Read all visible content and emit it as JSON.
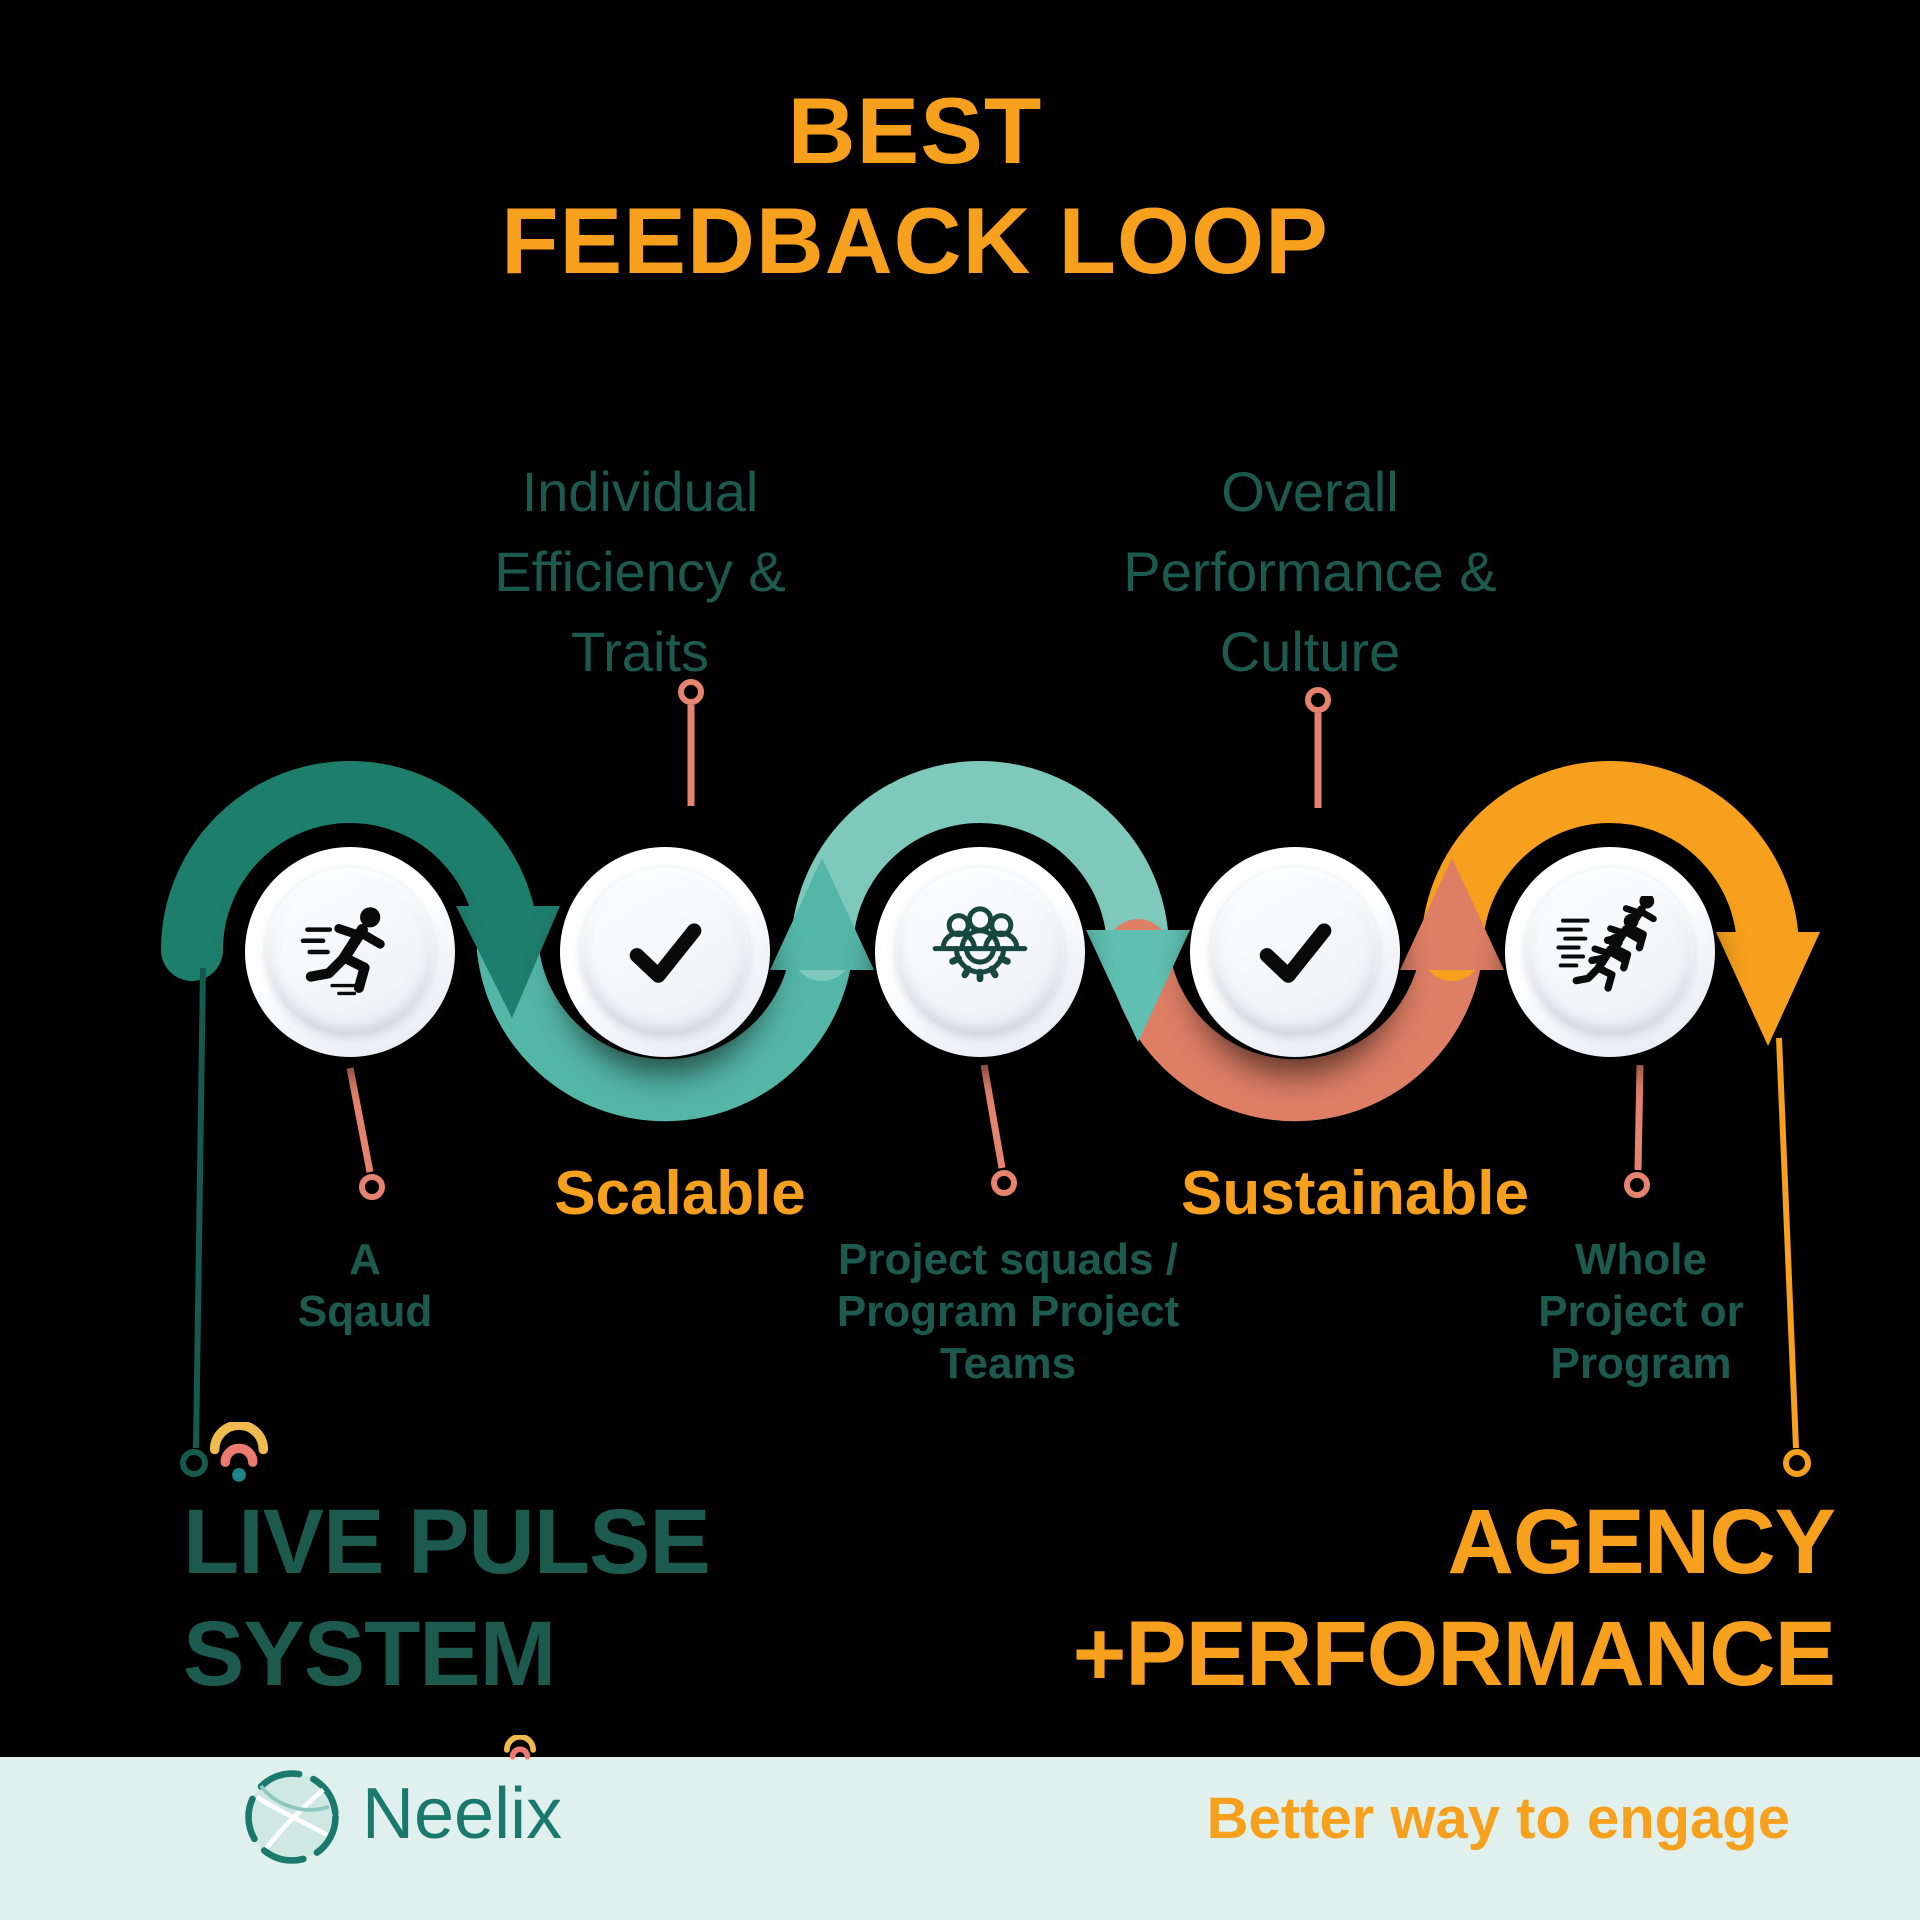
{
  "title": {
    "line1": "BEST",
    "line2": "FEEDBACK LOOP"
  },
  "callouts": {
    "individual": {
      "lines": [
        "Individual",
        "Efficiency &",
        "Traits"
      ]
    },
    "overall": {
      "lines": [
        "Overall",
        "Performance &",
        "Culture"
      ]
    }
  },
  "flow_labels": {
    "scalable": "Scalable",
    "sustainable": "Sustainable"
  },
  "notes": {
    "squad": {
      "lines": [
        "A",
        "Sqaud"
      ]
    },
    "teams": {
      "lines": [
        "Project squads /",
        "Program Project",
        "Teams"
      ]
    },
    "whole": {
      "lines": [
        "Whole",
        "Project or",
        "Program"
      ]
    }
  },
  "headings": {
    "live": {
      "line1": "LIVE PULSE",
      "line2": "SYSTEM"
    },
    "agency": {
      "line1": "AGENCY",
      "line2": "+PERFORMANCE"
    }
  },
  "footer": {
    "brand": "Neelix",
    "tagline": "Better way to engage"
  },
  "steps": [
    {
      "icon": "sprinting-person"
    },
    {
      "icon": "checkmark"
    },
    {
      "icon": "team-gear"
    },
    {
      "icon": "checkmark"
    },
    {
      "icon": "racing-group"
    }
  ],
  "colors": {
    "orange": "#F6A01D",
    "teal-dark": "#1E7E6C",
    "teal-mid": "#54B6A7",
    "teal-light": "#7EC8BC",
    "teal-arrow": "#5FBFB0",
    "salmon": "#DD7E65",
    "connector": "#E5836E",
    "text-teal": "#1D5A4E",
    "line-teal": "#16594D",
    "footer-bg": "#E0F1ED",
    "brand-teal": "#1A796C",
    "wifi-gold": "#EFBB4F",
    "wifi-salmon": "#EC7A70",
    "wifi-dot": "#1F858B",
    "icon-stroke": "#17473D",
    "ink": "#0A0A0A"
  }
}
